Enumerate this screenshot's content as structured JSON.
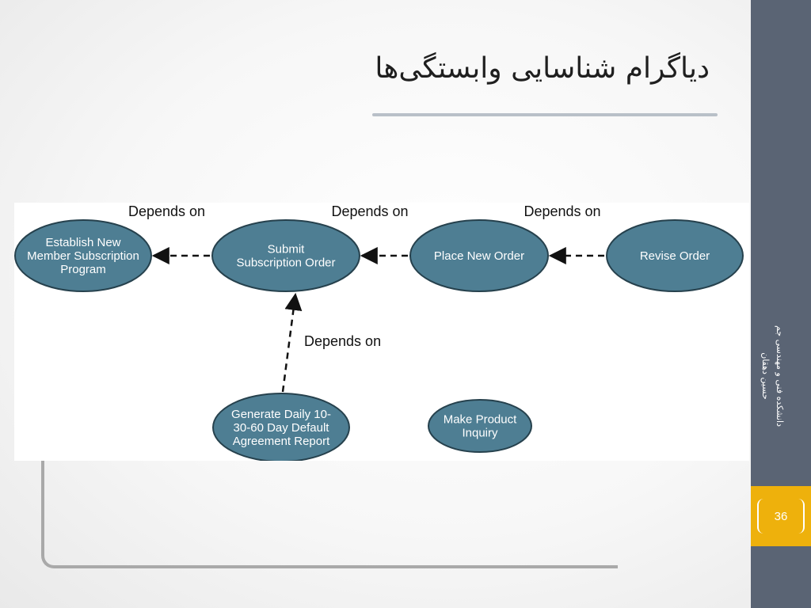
{
  "slide": {
    "title": "دیاگرام شناسایی وابستگی‌ها",
    "number": "36"
  },
  "sidebar": {
    "caption_line1": "دانشکده فنی و مهندسی جم",
    "caption_line2": "حسین دهقان"
  },
  "diagram": {
    "nodes": [
      {
        "id": "establish",
        "lines": [
          "Establish New",
          "Member Subscription",
          "Program"
        ]
      },
      {
        "id": "submit",
        "lines": [
          "Submit",
          "Subscription Order"
        ]
      },
      {
        "id": "place",
        "lines": [
          "Place New Order"
        ]
      },
      {
        "id": "revise",
        "lines": [
          "Revise Order"
        ]
      },
      {
        "id": "generate",
        "lines": [
          "Generate Daily 10-",
          "30-60 Day Default",
          "Agreement Report"
        ]
      },
      {
        "id": "inquiry",
        "lines": [
          "Make Product",
          "Inquiry"
        ]
      }
    ],
    "edges": [
      {
        "from": "submit",
        "to": "establish",
        "label": "Depends on"
      },
      {
        "from": "place",
        "to": "submit",
        "label": "Depends on"
      },
      {
        "from": "revise",
        "to": "place",
        "label": "Depends on"
      },
      {
        "from": "generate",
        "to": "submit",
        "label": "Depends on"
      }
    ],
    "colors": {
      "node_fill": "#4e7e93",
      "node_stroke": "#26414d",
      "node_text": "#ffffff",
      "edge": "#111111",
      "label": "#111111"
    }
  }
}
